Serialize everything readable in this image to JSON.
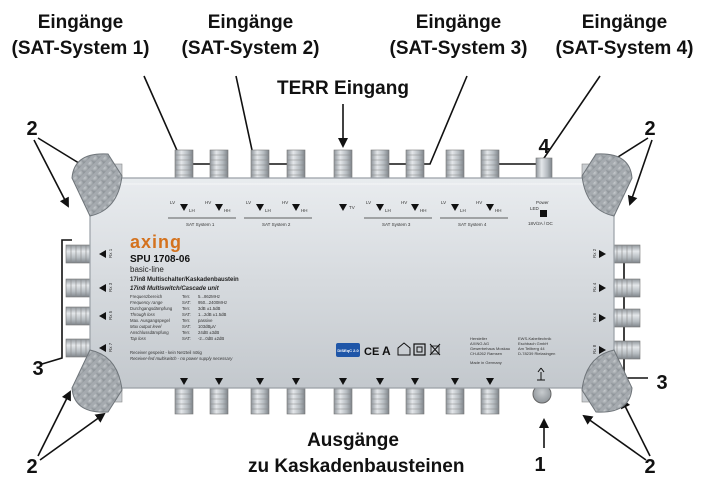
{
  "labels": {
    "sat1": {
      "line1": "Eingänge",
      "line2": "(SAT-System 1)"
    },
    "sat2": {
      "line1": "Eingänge",
      "line2": "(SAT-System 2)"
    },
    "sat3": {
      "line1": "Eingänge",
      "line2": "(SAT-System 3)"
    },
    "sat4": {
      "line1": "Eingänge",
      "line2": "(SAT-System 4)"
    },
    "terr": "TERR Eingang",
    "outputs": {
      "line1": "Ausgänge",
      "line2": "zu Kaskadenbausteinen"
    },
    "num1": "1",
    "num2": "2",
    "num3": "3",
    "num4": "4"
  },
  "device": {
    "brand": "axing",
    "model": "SPU 1708-06",
    "line": "basic-line",
    "title_de": "17in8 Multischalter/Kaskadenbaustein",
    "title_en": "17in8 Multiswitch/Cascade unit",
    "specs": [
      [
        "Frequenzbereich",
        "Terr.",
        "5...862MHz"
      ],
      [
        "Frequency range",
        "SAT:",
        "950...2400MHz"
      ],
      [
        "Durchgangsdämpfung",
        "Terr.",
        "3dB ±1.5dB"
      ],
      [
        "Through loss",
        "SAT:",
        "1...2dB ±1.5dB"
      ],
      [
        "Max. Ausgangspegel",
        "Terr.",
        "passive"
      ],
      [
        "Max output level",
        "SAT:",
        "103dBµV"
      ],
      [
        "Anschlussdämpfung",
        "Terr.",
        "24dB ±3dB"
      ],
      [
        "Tap loss",
        "SAT:",
        "-2...0dB ±2dB"
      ]
    ],
    "note_de": "Receiver gespeist - kein Netzteil nötig",
    "note_en": "Receiver-fed multiswitch - no power supply necessary",
    "sat_groups": [
      "SAT System 1",
      "SAT System 2",
      "SAT System 3",
      "SAT System 4"
    ],
    "port_top": [
      "LV",
      "LH",
      "HV",
      "HH"
    ],
    "terr_port": "TV",
    "outputs_right": [
      "Rx 2",
      "Rx 4",
      "Rx 6",
      "Rx 8"
    ],
    "outputs_left": [
      "Rx 1",
      "Rx 3",
      "Rx 5",
      "Rx 7"
    ],
    "power": {
      "label": "Power",
      "led": "LED",
      "rating": "18V/2A / DC"
    },
    "manufacturer": [
      "Hersteller",
      "AXING AG",
      "Gewerbehaus Moskau",
      "CH-8262 Ramsen"
    ],
    "distributor": [
      "EWS-Kabeltechnik",
      "Eschbach GmbH",
      "Am Teilberg 44",
      "D-78239 Rielasingen"
    ],
    "made_in": "Made in Germany",
    "diseqc": "DiSEqC 2.0"
  }
}
